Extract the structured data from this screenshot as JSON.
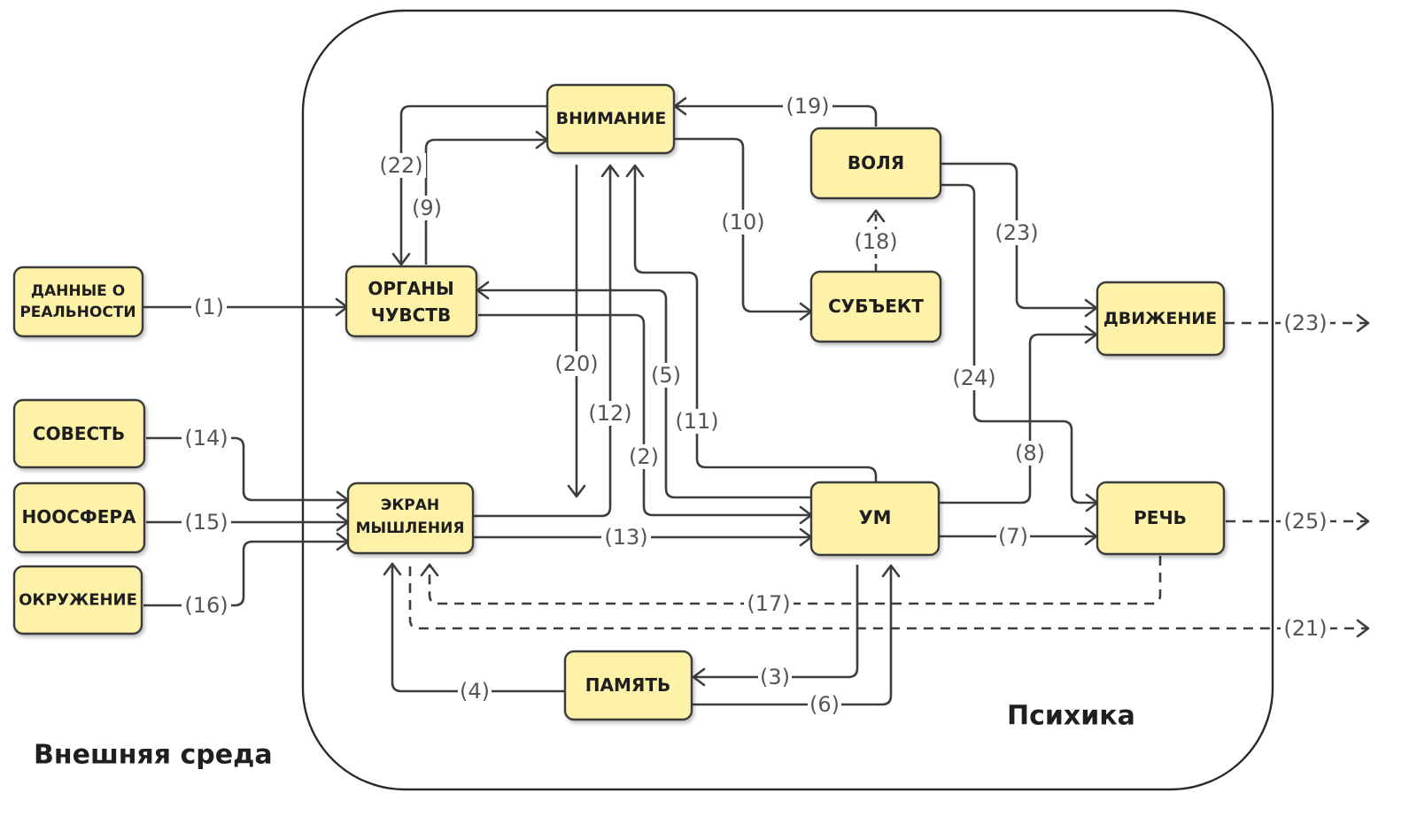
{
  "colors": {
    "node_fill": "#fdf2a8",
    "stroke": "#3a3a3a",
    "label": "#555555"
  },
  "regions": {
    "inner": "Психика",
    "outer": "Внешняя среда"
  },
  "nodes": {
    "data_reality": {
      "line1": "ДАННЫЕ О",
      "line2": "РЕАЛЬНОСТИ"
    },
    "conscience": "СОВЕСТЬ",
    "noosphere": "НООСФЕРА",
    "environment": "ОКРУЖЕНИЕ",
    "senses": {
      "line1": "ОРГАНЫ",
      "line2": "ЧУВСТВ"
    },
    "screen": {
      "line1": "ЭКРАН",
      "line2": "МЫШЛЕНИЯ"
    },
    "attention": "ВНИМАНИЕ",
    "will": "ВОЛЯ",
    "subject": "СУБЪЕКТ",
    "movement": "ДВИЖЕНИЕ",
    "mind": "УМ",
    "speech": "РЕЧЬ",
    "memory": "ПАМЯТЬ"
  },
  "edge_labels": {
    "e1": "(1)",
    "e2": "(2)",
    "e3": "(3)",
    "e4": "(4)",
    "e5": "(5)",
    "e6": "(6)",
    "e7": "(7)",
    "e8": "(8)",
    "e9": "(9)",
    "e10": "(10)",
    "e11": "(11)",
    "e12": "(12)",
    "e13": "(13)",
    "e14": "(14)",
    "e15": "(15)",
    "e16": "(16)",
    "e17": "(17)",
    "e18": "(18)",
    "e19": "(19)",
    "e20": "(20)",
    "e21": "(21)",
    "e22": "(22)",
    "e23": "(23)",
    "e23b": "(23)",
    "e24": "(24)",
    "e25": "(25)"
  }
}
